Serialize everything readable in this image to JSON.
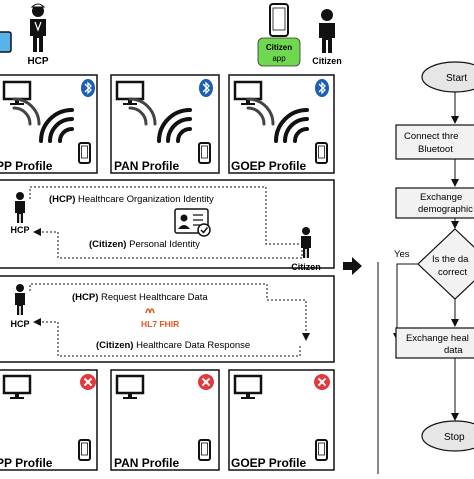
{
  "top": {
    "hcp_label": "HCP",
    "citizen_app_line1": "Citizen",
    "citizen_app_line2": "app",
    "citizen_label": "Citizen"
  },
  "profiles_top": [
    "SPP Profile",
    "PAN Profile",
    "GOEP Profile"
  ],
  "identity": {
    "hcp_prefix": "(HCP)",
    "hcp_text": " Healthcare Organization Identity",
    "citizen_prefix": "(Citizen)",
    "citizen_text": " Personal Identity",
    "left_label": "HCP",
    "right_label": "Citizen"
  },
  "data_exchange": {
    "hcp_prefix": "(HCP)",
    "hcp_text": " Request Healthcare Data",
    "citizen_prefix": "(Citizen)",
    "citizen_text": " Healthcare Data Response",
    "left_label": "HCP",
    "standard_logo": "HL7 FHIR"
  },
  "profiles_bottom": [
    "SPP Profile",
    "PAN Profile",
    "GOEP Profile"
  ],
  "flowchart": {
    "start": "Start",
    "step1_line1": "Connect thre",
    "step1_line2": "Bluetoot",
    "step2_line1": "Exchange",
    "step2_line2": "demographic",
    "decision_line1": "Is the da",
    "decision_line2": "correct",
    "yes_label": "Yes",
    "step3_line1": "Exchange heal",
    "step3_line2": "data",
    "stop": "Stop"
  },
  "colors": {
    "bluetooth": "#1a5fb4",
    "citizen_app": "#6fd84f",
    "cancel": "#e0393e",
    "fhir": "#e8561f"
  },
  "icons": [
    "hcp-person-icon",
    "citizen-person-icon",
    "smartphone-icon",
    "desktop-icon",
    "bluetooth-icon",
    "wifi-signal-icon",
    "id-card-icon",
    "cancel-icon",
    "right-arrow-icon"
  ]
}
